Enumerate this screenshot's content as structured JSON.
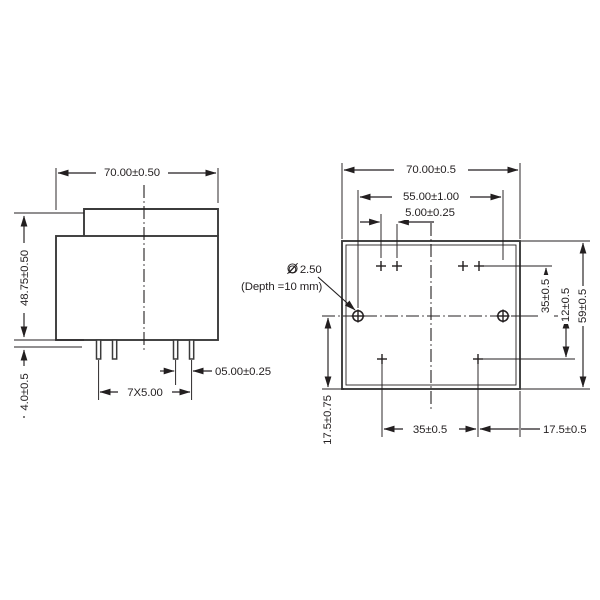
{
  "drawing": {
    "title": "Transformer mechanical outline drawing",
    "units_note": "mm",
    "line_color": "#231f20",
    "body_color": "#3b3b3b",
    "background": "#ffffff"
  },
  "front_view": {
    "name": "front-elevation",
    "dimensions": {
      "overall_width": "70.00±0.50",
      "body_height": "48.75±0.50",
      "pin_length": "4.0±0.5",
      "pin_pitch_span": "7X5.00",
      "pin_spacing": "05.00±0.25"
    }
  },
  "bottom_view": {
    "name": "bottom-plan",
    "callout": {
      "diameter": "Ø 2.50",
      "depth": "(Depth =10 mm)"
    },
    "dimensions": {
      "overall_width": "70.00±0.5",
      "hole_span_width": "55.00±1.00",
      "pin_spacing": "5.00±0.25",
      "hole_to_edge_vertical": "17.5±0.75",
      "upper_row_to_hole": "35±0.5",
      "hole_to_lower_row": "12±0.5",
      "overall_height": "59±0.5",
      "bottom_left_span": "35±0.5",
      "bottom_right_span": "17.5±0.5"
    }
  }
}
